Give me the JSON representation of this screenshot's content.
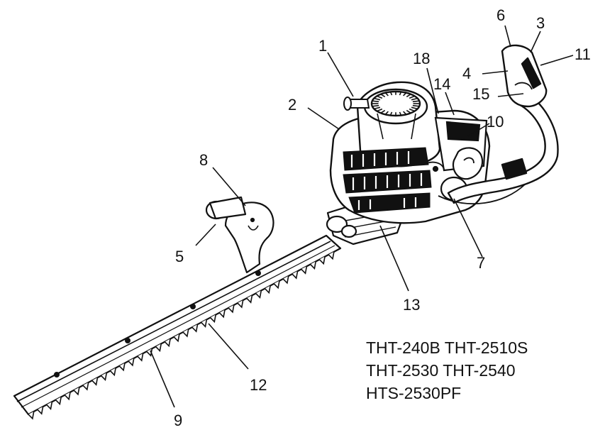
{
  "callouts": {
    "c1": "1",
    "c2": "2",
    "c3": "3",
    "c4": "4",
    "c5": "5",
    "c6": "6",
    "c7": "7",
    "c8": "8",
    "c9": "9",
    "c10": "10",
    "c11": "11",
    "c12": "12",
    "c13": "13",
    "c14": "14",
    "c15": "15",
    "c18": "18"
  },
  "models": {
    "line1": "THT-240B THT-2510S",
    "line2": "THT-2530 THT-2540",
    "line3": "HTS-2530PF"
  }
}
